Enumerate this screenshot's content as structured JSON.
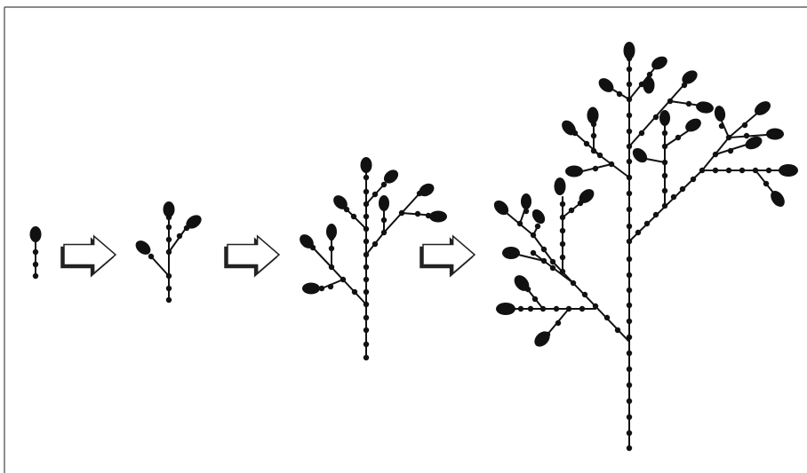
{
  "figure": {
    "stroke_color": "#111111",
    "background": "#ffffff",
    "stages": [
      {
        "id": "stage-1",
        "depth": 0
      },
      {
        "id": "stage-2",
        "depth": 1
      },
      {
        "id": "stage-3",
        "depth": 2
      },
      {
        "id": "stage-4",
        "depth": 3
      }
    ],
    "arrow_icons": [
      "right-arrow-icon",
      "right-arrow-icon",
      "right-arrow-icon"
    ],
    "node_icon": "dot-icon",
    "leaf_icon": "leaf-icon"
  }
}
